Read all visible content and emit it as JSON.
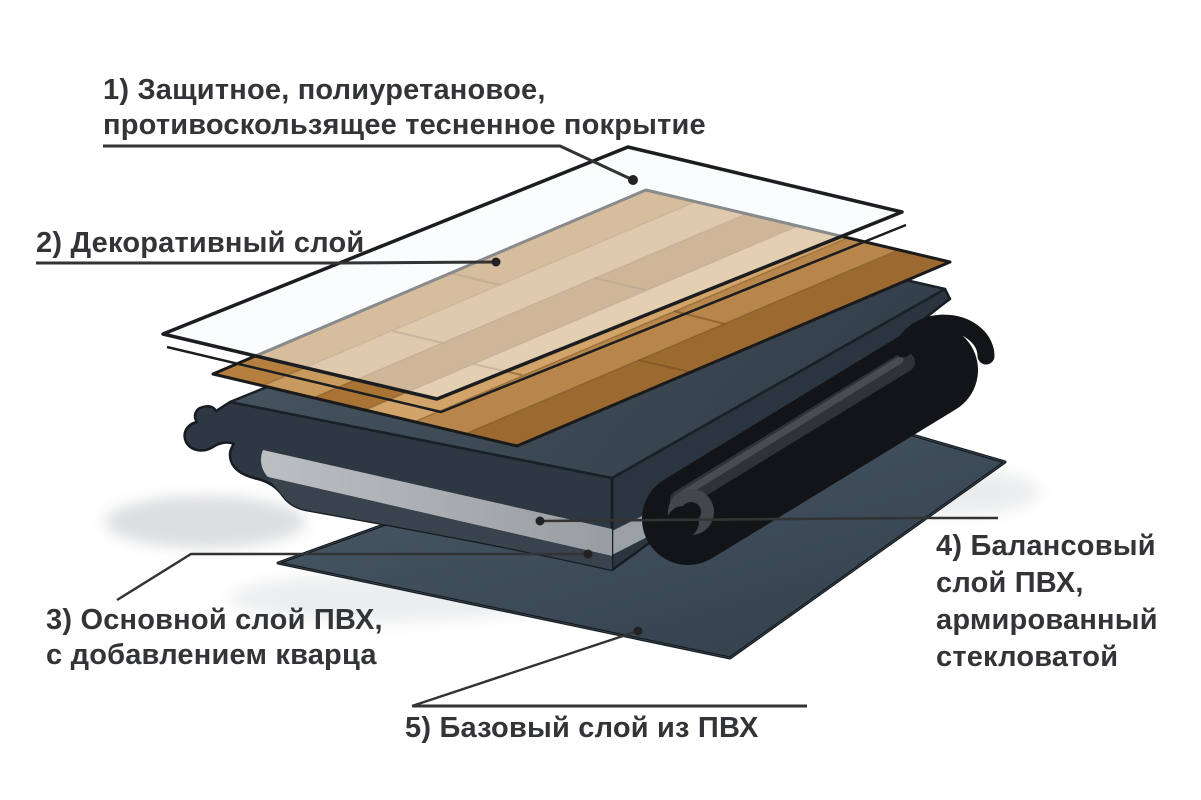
{
  "labels": [
    {
      "id": "1",
      "lines": [
        "1) Защитное, полиуретановое,",
        "противоскользящее тесненное покрытие"
      ]
    },
    {
      "id": "2",
      "lines": [
        "2) Декоративный слой"
      ]
    },
    {
      "id": "3",
      "lines": [
        "3) Основной слой ПВХ,",
        "с добавлением кварца"
      ]
    },
    {
      "id": "4",
      "lines": [
        "4) Балансовый",
        "слой ПВХ,",
        "армированный",
        "стекловатой"
      ]
    },
    {
      "id": "5",
      "lines": [
        "5) Базовый слой из ПВХ"
      ]
    }
  ],
  "palette": {
    "background": "#ffffff",
    "text": "#333437",
    "leader_line": "#333333",
    "outline": "#15181c",
    "slab_top": "#3e4a57",
    "slab_face": "#2e3843",
    "quartz_band": "#a6a9ac",
    "base_sheet": "#46545f",
    "balance_roll": "#121417",
    "wood": "#c08a4e",
    "protective_fill": "rgba(246,249,252,0.5)"
  }
}
